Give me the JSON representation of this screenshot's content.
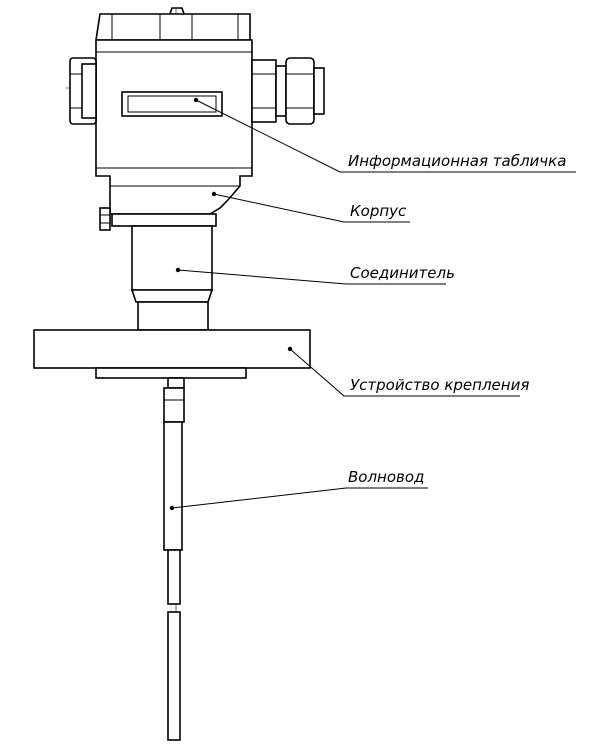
{
  "labels": {
    "info_plate": "Информационная табличка",
    "housing": "Корпус",
    "connector": "Соединитель",
    "mounting": "Устройство крепления",
    "waveguide": "Волновод"
  }
}
